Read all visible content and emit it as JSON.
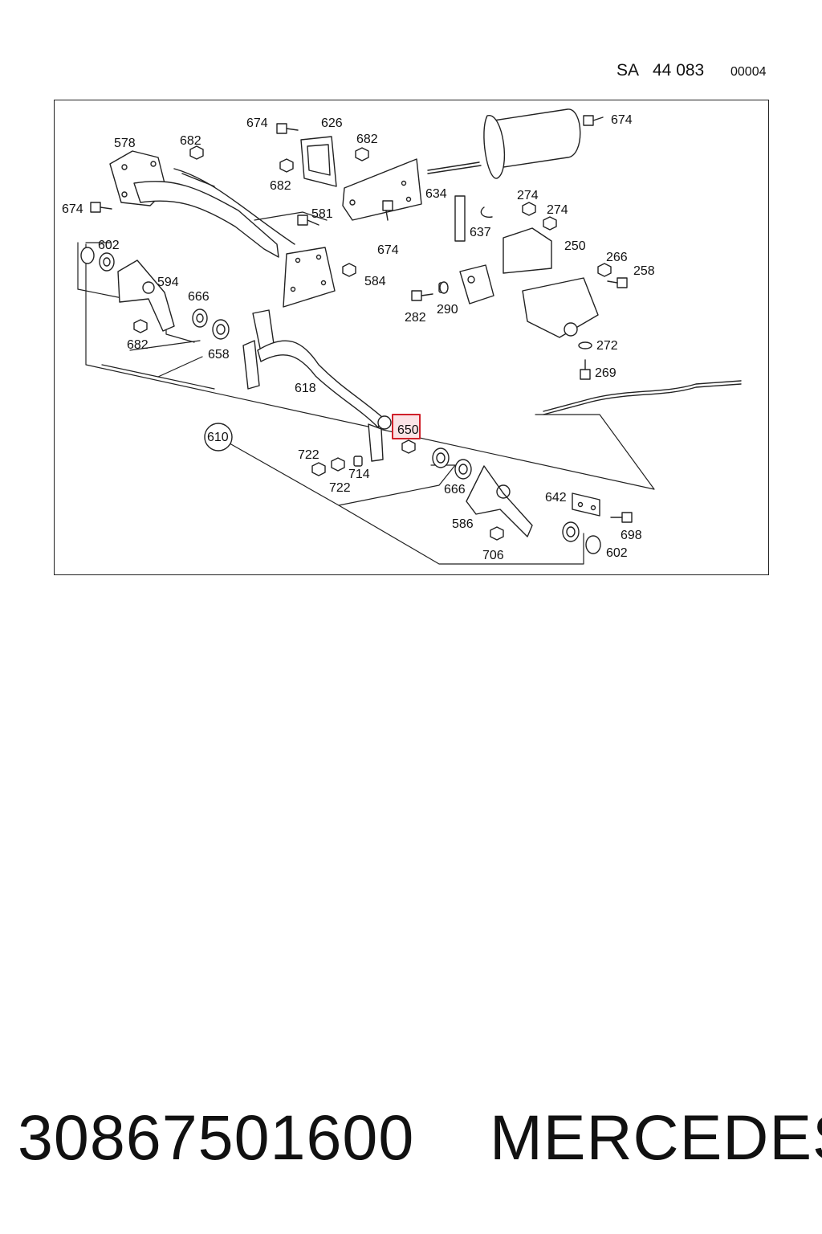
{
  "header": {
    "sa": "SA",
    "number": "44 083",
    "sheet": "00004"
  },
  "diagram": {
    "labels": {
      "l674a": "674",
      "l626": "626",
      "l682a": "682",
      "l674b": "674",
      "l578": "578",
      "l682b": "682",
      "l682c": "682",
      "l674c": "674",
      "l581": "581",
      "l634": "634",
      "l274a": "274",
      "l274b": "274",
      "l637": "637",
      "l250": "250",
      "l674d": "674",
      "l602a": "602",
      "l594": "594",
      "l584": "584",
      "l266": "266",
      "l258": "258",
      "l666a": "666",
      "l282": "282",
      "l290": "290",
      "l682d": "682",
      "l658": "658",
      "l272": "272",
      "l269": "269",
      "l618": "618",
      "l650": "650",
      "l610": "610",
      "l722a": "722",
      "l714": "714",
      "l722b": "722",
      "l666b": "666",
      "l642": "642",
      "l586": "586",
      "l698": "698",
      "l706": "706",
      "l602b": "602"
    },
    "highlight_color": "#d0202a"
  },
  "footer": {
    "part_number": "30867501600",
    "brand": "MERCEDES"
  }
}
